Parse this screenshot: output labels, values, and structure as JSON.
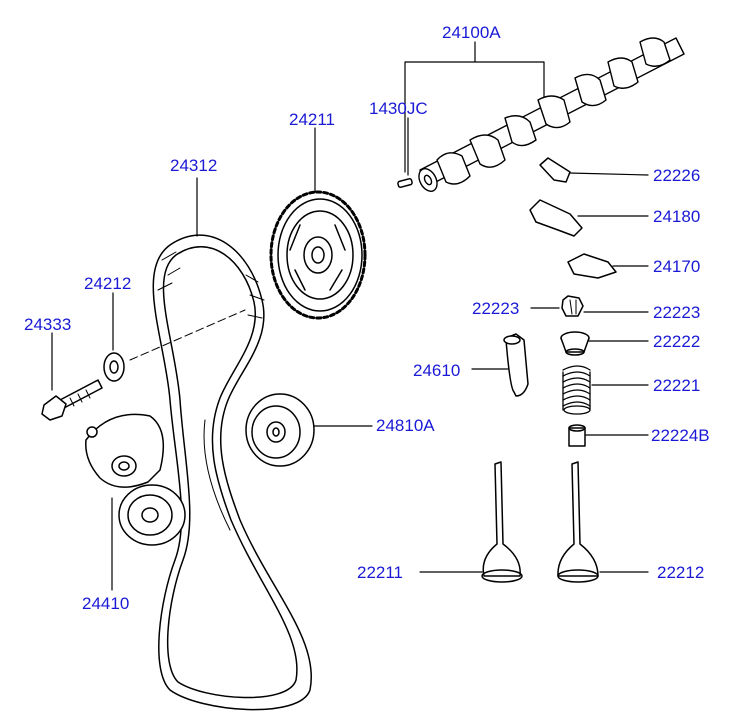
{
  "colors": {
    "label": "#1a1ad6",
    "line": "#000000",
    "background": "#ffffff"
  },
  "parts": {
    "camshaft": "24100A",
    "dowel_pin": "1430JC",
    "camshaft_sprocket": "24211",
    "timing_belt": "24312",
    "washer": "24212",
    "bolt": "24333",
    "idler_pulley": "24810A",
    "tensioner": "24410",
    "valve_cotter": "22226",
    "rocker_arm_a": "24180",
    "rocker_arm_b": "24170",
    "retainer_lock_left": "22223",
    "retainer_lock_right": "22223",
    "spring_retainer": "22222",
    "valve_spring": "22221",
    "hydraulic_lash_adjuster": "24610",
    "valve_stem_seal": "22224B",
    "intake_valve": "22211",
    "exhaust_valve": "22212"
  }
}
